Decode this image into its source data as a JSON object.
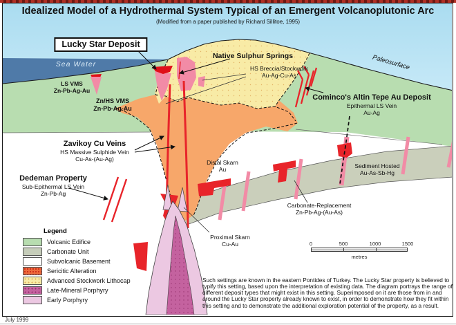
{
  "header": {
    "title": "Idealized Model of a Hydrothermal System Typical of an Emergent Volcanoplutonic Arc",
    "subtitle": "(Modified from a paper published by Richard Sillitoe, 1995)"
  },
  "ann": {
    "lucky_star": {
      "label": "Lucky Star Deposit"
    },
    "sea_water": {
      "label": "Sea Water"
    },
    "native_sulphur": {
      "label": "Native Sulphur Springs"
    },
    "hs_breccia": {
      "line1": "HS Breccia/Stockwork",
      "line2": "Au-Ag-Cu-As"
    },
    "ls_vms": {
      "line1": "LS VMS",
      "line2": "Zn-Pb-Ag-Au"
    },
    "zn_hs_vms": {
      "line1": "Zn/HS VMS",
      "line2": "Zn-Pb-Ag-Au"
    },
    "paleosurface": {
      "label": "Paleosurface"
    },
    "cominco": {
      "line1": "Cominco's Altin Tepe Au Deposit",
      "line2": "Epithermal LS Vein",
      "line3": "Au-Ag"
    },
    "zavikoy": {
      "line1": "Zavikoy Cu Veins",
      "line2": "HS Massive Sulphide Vein",
      "line3": "Cu-As-(Au-Ag)"
    },
    "dedeman": {
      "line1": "Dedeman Property",
      "line2": "Sub-Epithermal LS Vein",
      "line3": "Zn-Pb-Ag"
    },
    "distal_skarn": {
      "line1": "Distal Skarn",
      "line2": "Au"
    },
    "sediment_hosted": {
      "line1": "Sediment Hosted",
      "line2": "Au-As-Sb-Hg"
    },
    "carbonate_replacement": {
      "line1": "Carbonate-Replacement",
      "line2": "Zn-Pb-Ag-(Au-As)"
    },
    "proximal_skarn": {
      "line1": "Proximal Skarn",
      "line2": "Cu-Au"
    }
  },
  "legend": {
    "title": "Legend",
    "items": [
      {
        "label": "Volcanic Edifice",
        "color": "#b8ddb0"
      },
      {
        "label": "Carbonate Unit",
        "color": "#c6cdba"
      },
      {
        "label": "Subvolcanic Basement",
        "color": "#ffffff"
      },
      {
        "label": "Sericitic Alteration",
        "color": "#ee6a3c"
      },
      {
        "label": "Advanced Stockwork Lithocap",
        "color": "#f8eba6"
      },
      {
        "label": "Late-Mineral Porphyry",
        "color": "#c4629f"
      },
      {
        "label": "Early Porphyry",
        "color": "#ecc8e2"
      }
    ]
  },
  "scale_bar": {
    "ticks": [
      "0",
      "500",
      "1000",
      "1500"
    ],
    "unit": "metres"
  },
  "notes": "Such settings are known in the eastern Pontides of Turkey. The Lucky Star property is believed to typify this setting, based upon the interpretation of existing data. The diagram portrays the range of different deposit types that might exist in this setting. Superimposed on it are those from in and around the Lucky Star property already known to exist, in order to demonstrate how they fit within this setting and to demonstrate the additional exploration potential of the property, as a result.",
  "date": "July 1999",
  "colors": {
    "sky": "#bce4f4",
    "sea": "#4f7aa8",
    "volcanic": "#b8ddb0",
    "carbonate": "#c6cdba",
    "sericitic": "#f7a76a",
    "lithocap": "#f8eba6",
    "late_porphyry": "#c4629f",
    "early_porphyry": "#ecc8e2",
    "vein_red": "#e8242a",
    "vein_pink": "#f28ba6"
  }
}
